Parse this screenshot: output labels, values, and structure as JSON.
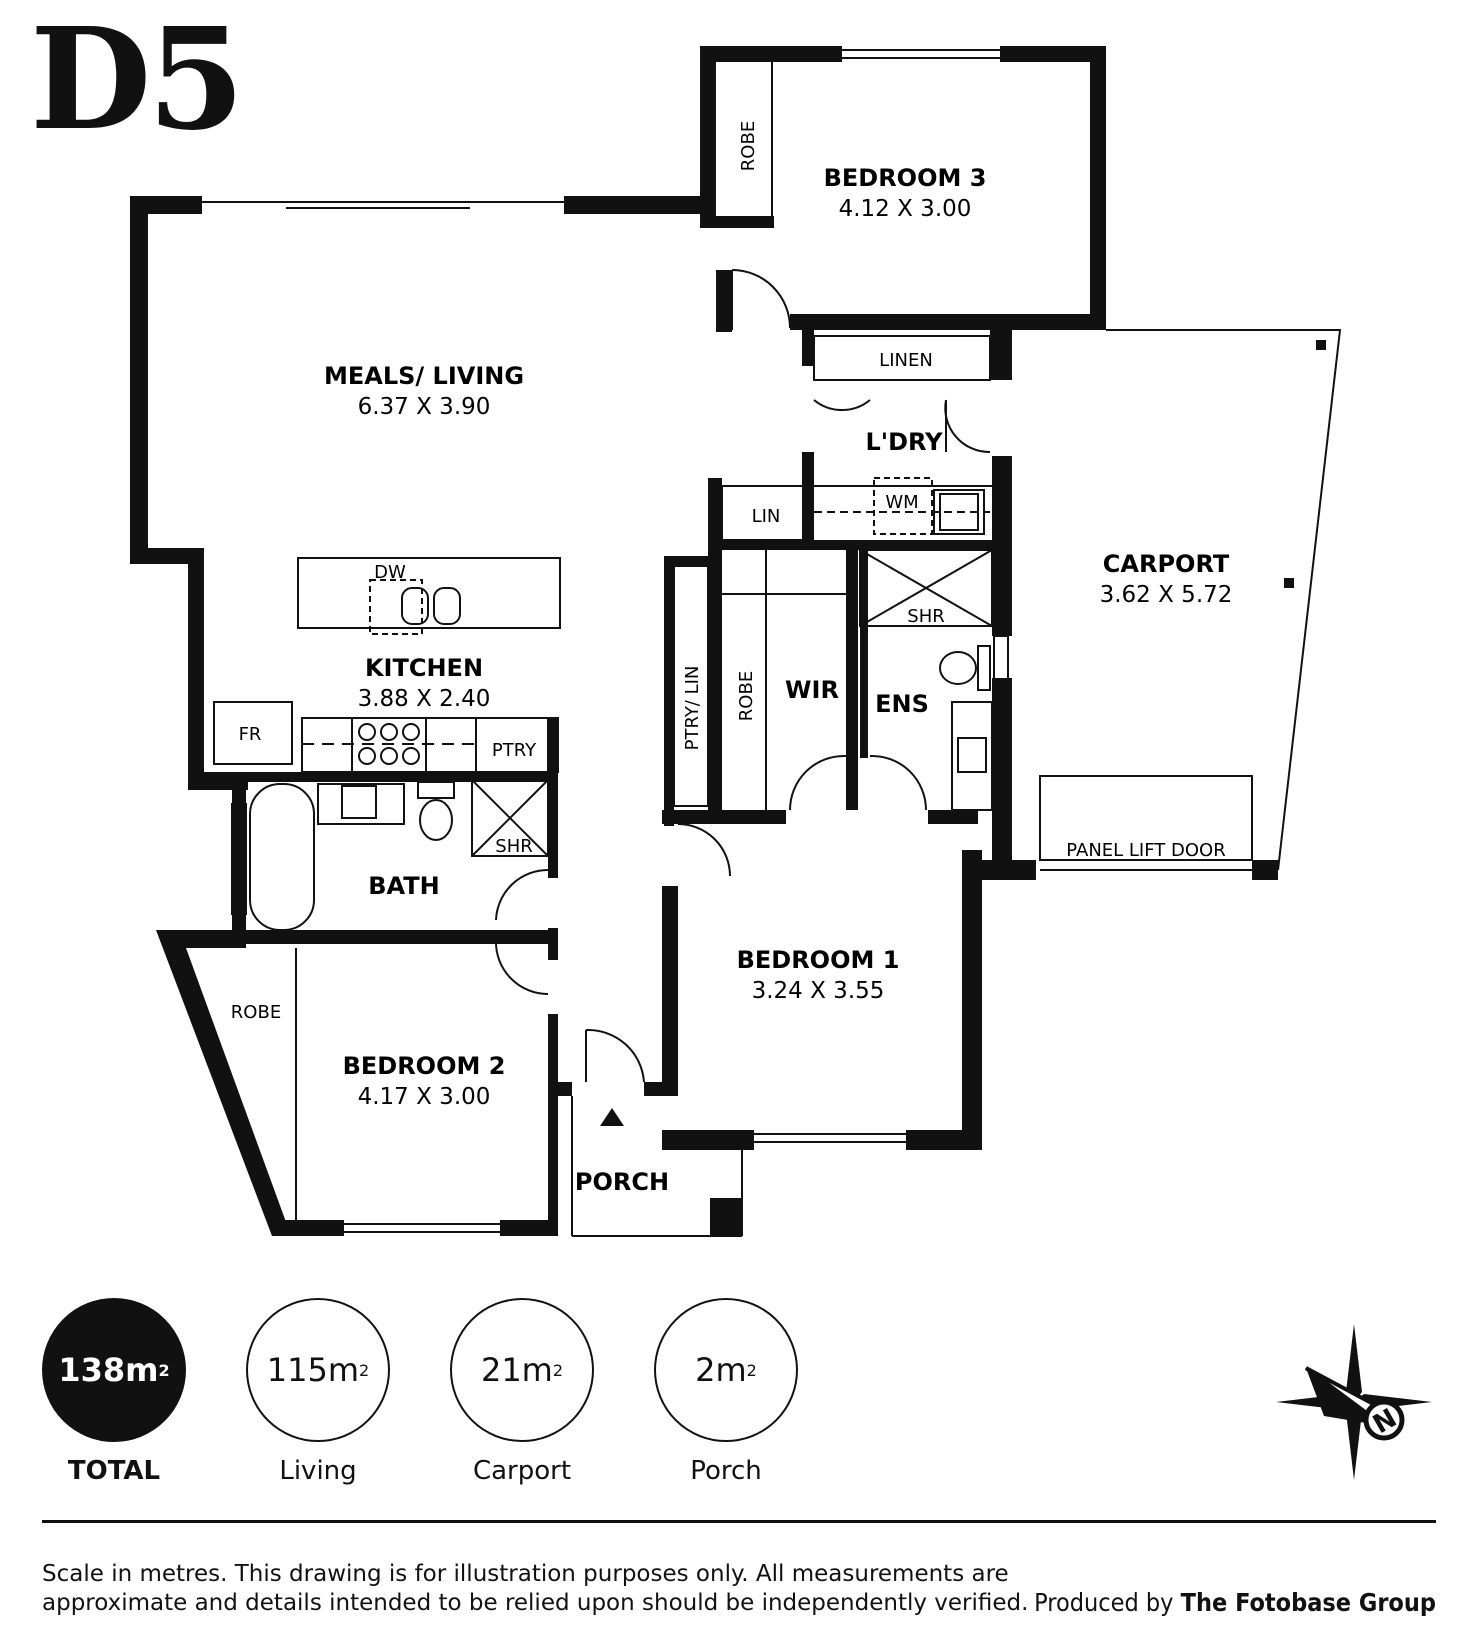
{
  "unit": {
    "id": "D5"
  },
  "rooms": {
    "bedroom3": {
      "name": "BEDROOM 3",
      "dims": "4.12 X 3.00"
    },
    "meals_living": {
      "name": "MEALS/ LIVING",
      "dims": "6.37 X 3.90"
    },
    "kitchen": {
      "name": "KITCHEN",
      "dims": "3.88 X 2.40"
    },
    "laundry": {
      "name": "L'DRY"
    },
    "carport": {
      "name": "CARPORT",
      "dims": "3.62 X 5.72"
    },
    "wir": {
      "name": "WIR"
    },
    "ensuite": {
      "name": "ENS"
    },
    "bath": {
      "name": "BATH"
    },
    "bedroom1": {
      "name": "BEDROOM 1",
      "dims": "3.24 X 3.55"
    },
    "bedroom2": {
      "name": "BEDROOM 2",
      "dims": "4.17 X 3.00"
    },
    "porch": {
      "name": "PORCH"
    }
  },
  "fixtures": {
    "robe_bed3": "ROBE",
    "linen": "LINEN",
    "lin": "LIN",
    "wm": "WM",
    "dw": "DW",
    "fr": "FR",
    "ptry": "PTRY",
    "ptry_lin": "PTRY/ LIN",
    "robe_wir": "ROBE",
    "shr_ens": "SHR",
    "shr_bath": "SHR",
    "robe_bed2": "ROBE",
    "panel_lift_door": "PANEL LIFT DOOR"
  },
  "areas": {
    "total": {
      "value": "138m",
      "sup": "2",
      "label": "TOTAL"
    },
    "living": {
      "value": "115m",
      "sup": "2",
      "label": "Living"
    },
    "carport": {
      "value": "21m",
      "sup": "2",
      "label": "Carport"
    },
    "porch": {
      "value": "2m",
      "sup": "2",
      "label": "Porch"
    }
  },
  "compass": {
    "letter": "N"
  },
  "footer": {
    "disclaimer": "Scale in metres. This drawing is for illustration purposes only. All measurements are approximate and details intended to be relied upon should be independently verified.",
    "produced_prefix": "Produced by",
    "produced_by": "The Fotobase Group"
  },
  "colors": {
    "wall": "#111111",
    "background": "#ffffff"
  }
}
